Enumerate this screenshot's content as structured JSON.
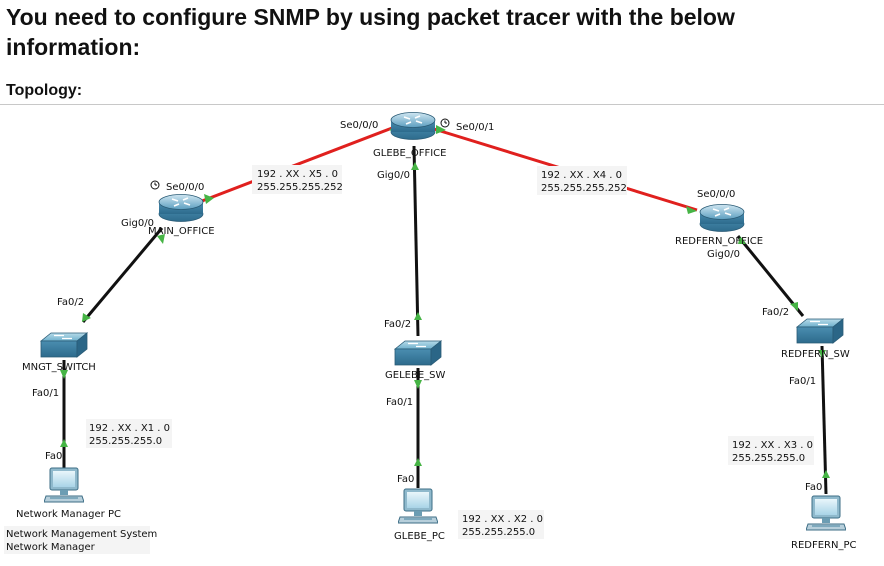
{
  "heading": {
    "line1": "You need to configure SNMP by using packet tracer with the below",
    "line2": "information:"
  },
  "topology_label": "Topology:",
  "devices": {
    "glebe_router": "GLEBE_OFFICE",
    "main_router": "MAIN_OFFICE",
    "redfern_router": "REDFERN_OFFICE",
    "mngt_switch": "MNGT_SWITCH",
    "glebe_switch": "GELEBE_SW",
    "redfern_switch": "REDFERN_SW",
    "manager_pc": "Network Manager PC",
    "glebe_pc": "GLEBE_PC",
    "redfern_pc": "REDFERN_PC"
  },
  "ports": {
    "glebe_se000": "Se0/0/0",
    "glebe_se001": "Se0/0/1",
    "glebe_gig00": "Gig0/0",
    "main_se000": "Se0/0/0",
    "main_gig00": "Gig0/0",
    "redfern_se000": "Se0/0/0",
    "redfern_gig00": "Gig0/0",
    "mngt_fa02": "Fa0/2",
    "mngt_fa01": "Fa0/1",
    "glebe_sw_fa02": "Fa0/2",
    "glebe_sw_fa01": "Fa0/1",
    "redfern_sw_fa02": "Fa0/2",
    "redfern_sw_fa01": "Fa0/1",
    "manager_pc_fa0": "Fa0",
    "glebe_pc_fa0": "Fa0",
    "redfern_pc_fa0": "Fa0"
  },
  "networks": {
    "link_main_glebe": {
      "ip": "192 . XX . X5 . 0",
      "mask": "255.255.255.252"
    },
    "link_glebe_redfern": {
      "ip": "192 . XX . X4 . 0",
      "mask": "255.255.255.252"
    },
    "lan_mngt": {
      "ip": "192 . XX . X1 . 0",
      "mask": "255.255.255.0"
    },
    "lan_glebe": {
      "ip": "192 . XX . X2 . 0",
      "mask": "255.255.255.0"
    },
    "lan_redfern": {
      "ip": "192 . XX . X3 . 0",
      "mask": "255.255.255.0"
    }
  },
  "manager_note": {
    "line1": "Network Management System",
    "line2": "Network Manager"
  },
  "colors": {
    "serial_link": "#e0201e",
    "ethernet_link": "#111111",
    "link_up": "#46b445",
    "device_blue": "#3a8fb2"
  }
}
